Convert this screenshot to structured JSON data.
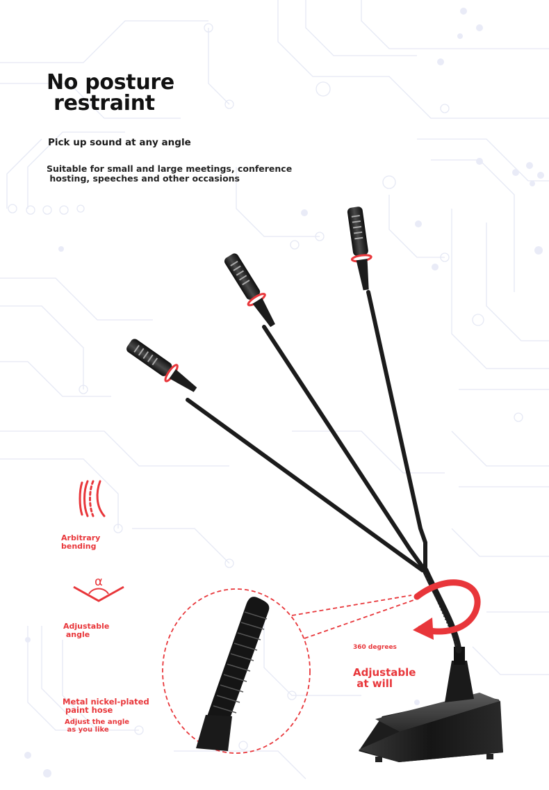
{
  "heading": {
    "line1": "No posture",
    "line2": " restraint"
  },
  "subheading": "Pick up sound at any angle",
  "description": {
    "line1": "Suitable for small and large meetings, conference",
    "line2": " hosting, speeches and other occasions"
  },
  "features": {
    "bending": {
      "line1": "Arbitrary",
      "line2": "bending",
      "icon": "flex-bend-icon"
    },
    "angle": {
      "line1": "Adjustable",
      "line2": " angle",
      "icon": "angle-alpha-icon",
      "symbol": "α"
    },
    "hose": {
      "line1": "Metal nickel-plated",
      "line2": " paint hose"
    },
    "adjust": {
      "line1": "Adjust the angle",
      "line2": " as you like"
    }
  },
  "rotation": {
    "degrees_label": "360 degrees",
    "line1": "Adjustable",
    "line2": " at will",
    "icon": "rotate-360-arrow-icon"
  },
  "colors": {
    "accent": "#e8363a",
    "text": "#111111",
    "circuit": "#e4e7f4",
    "product": "#1b1b1b"
  }
}
